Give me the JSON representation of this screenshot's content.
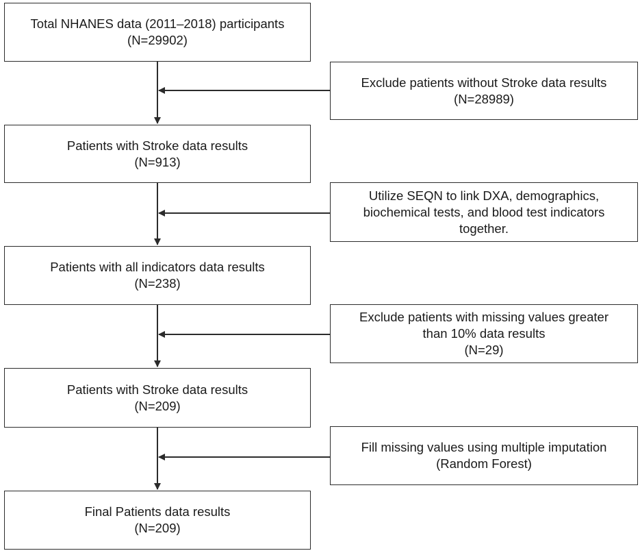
{
  "main_steps": [
    {
      "title": "Total NHANES data (2011–2018) participants",
      "count": "(N=29902)"
    },
    {
      "title": "Patients with Stroke data results",
      "count": "(N=913)"
    },
    {
      "title": "Patients with all indicators data results",
      "count": "(N=238)"
    },
    {
      "title": "Patients with Stroke data results",
      "count": "(N=209)"
    },
    {
      "title": "Final Patients data results",
      "count": "(N=209)"
    }
  ],
  "side_steps": [
    {
      "line1": "Exclude patients without Stroke data results",
      "line2": "(N=28989)",
      "line3": ""
    },
    {
      "line1": "Utilize SEQN to link DXA, demographics,",
      "line2": "biochemical tests, and blood test indicators",
      "line3": "together."
    },
    {
      "line1": "Exclude patients with missing values greater",
      "line2": "than 10% data results",
      "line3": "(N=29)"
    },
    {
      "line1": "Fill missing values using multiple imputation",
      "line2": "(Random Forest)",
      "line3": ""
    }
  ],
  "colors": {
    "line": "#2b2b2b",
    "box_fill": "#ffffff"
  }
}
